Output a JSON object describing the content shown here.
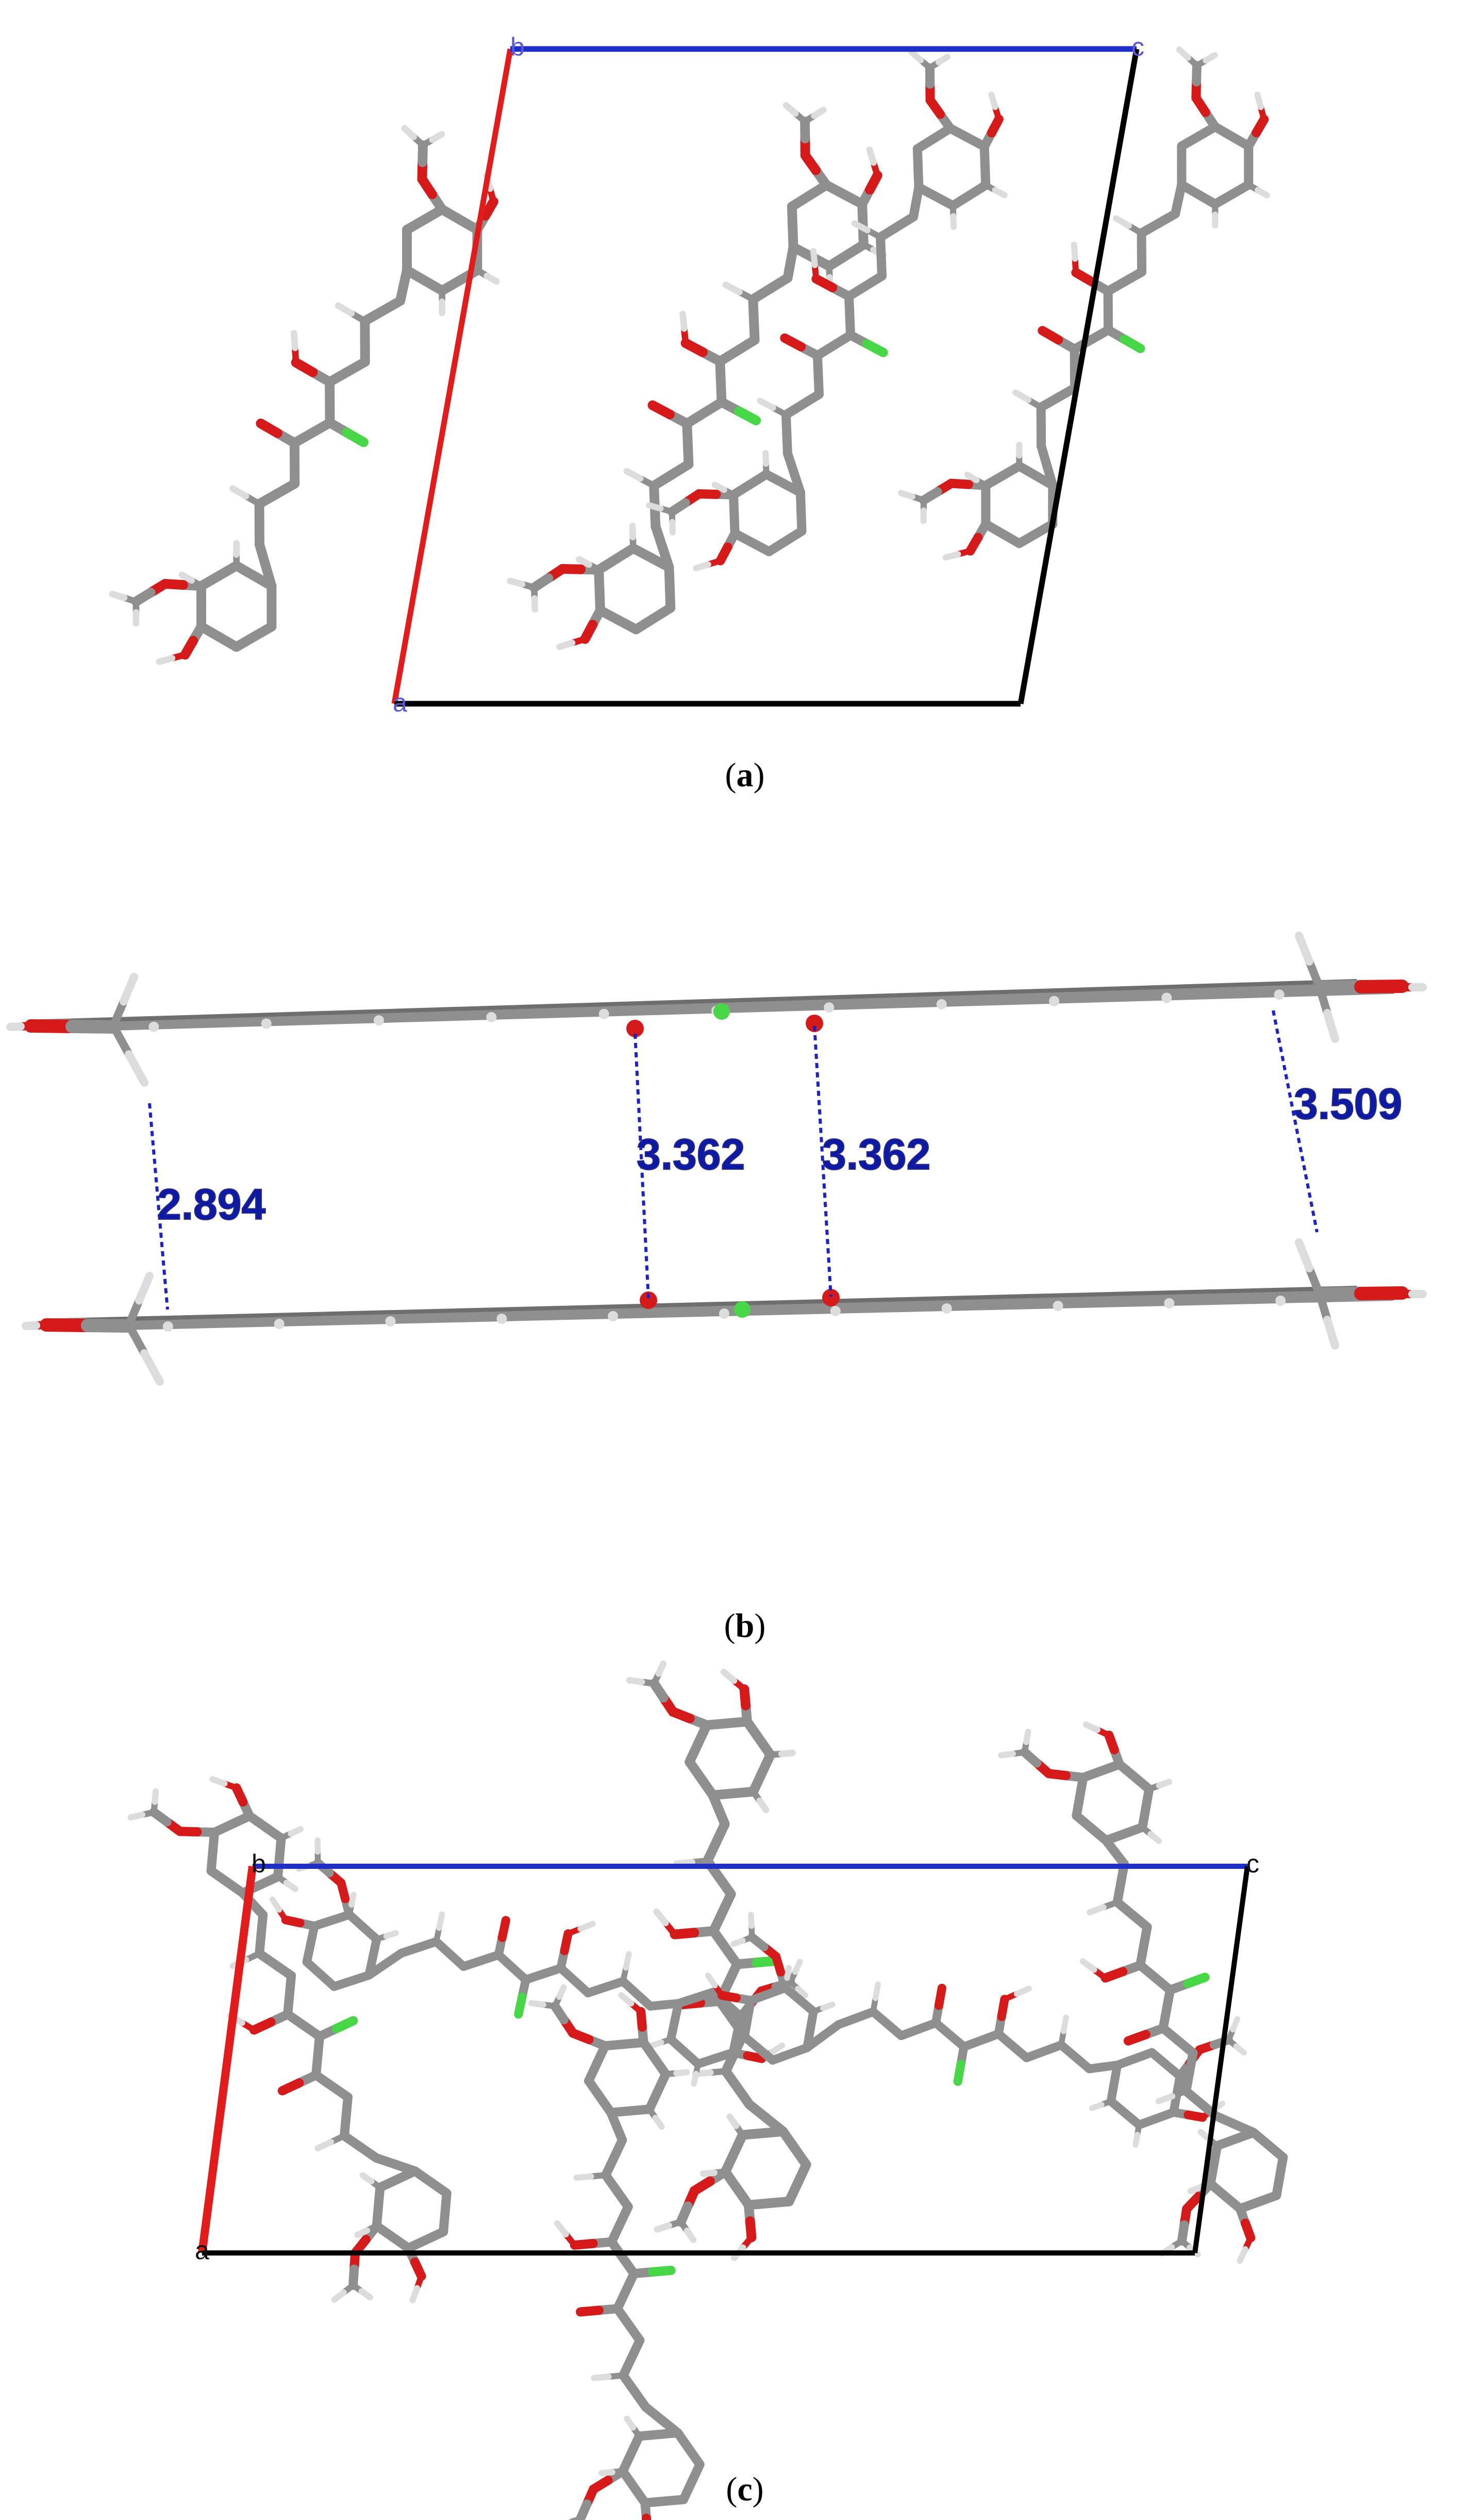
{
  "colors": {
    "axis_a": "#e31b1b",
    "axis_b_c": "#1f2ec9",
    "cell_edge": "#000000",
    "carbon": "#8f8f8f",
    "oxygen": "#d61a1a",
    "hydrogen": "#dcdcdc",
    "chlorine": "#46d646",
    "contact": "#1a22c8",
    "distance_text": "#0d1aa3"
  },
  "panels": [
    {
      "id": "a",
      "caption": {
        "open": "(",
        "letter": "a",
        "close": ")"
      },
      "axis_labels": {
        "origin": "a",
        "b": "b",
        "c": "c"
      }
    },
    {
      "id": "b",
      "caption": {
        "open": "(",
        "letter": "b",
        "close": ")"
      },
      "distances": [
        "2.894",
        "3.362",
        "3.362",
        "3.509"
      ]
    },
    {
      "id": "c",
      "caption": {
        "open": "(",
        "letter": "c",
        "close": ")"
      },
      "axis_labels": {
        "origin": "a",
        "b": "b",
        "c": "c"
      }
    }
  ],
  "icons": [
    "unit-cell-outline",
    "ball-and-stick-molecule",
    "dotted-contact-line"
  ]
}
